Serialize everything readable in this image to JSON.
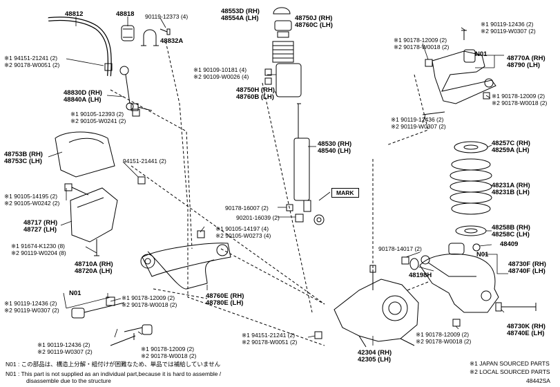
{
  "labels": {
    "p48812": "48812",
    "p48818": "48818",
    "p90119_12373": "90119-12373 (4)",
    "p48832A": "48832A",
    "p48553D": "48553D (RH)",
    "p48554A": "48554A (LH)",
    "p48750J": "48750J (RH)",
    "p48760C": "48760C (LH)",
    "p94151_a_1": "※1 94151-21241 (2)",
    "p94151_a_2": "※2 90178-W0051 (2)",
    "p90109_1": "※1 90109-10181 (4)",
    "p90109_2": "※2 90109-W0026 (4)",
    "p48750H": "48750H (RH)",
    "p48760B": "48760B (LH)",
    "p48830D": "48830D (RH)",
    "p48840A": "48840A (LH)",
    "p90105_12393_1": "※1 90105-12393 (2)",
    "p90105_12393_2": "※2 90105-W0241 (2)",
    "p48753B": "48753B (RH)",
    "p48753C": "48753C (LH)",
    "p94151_21441": "94151-21441 (2)",
    "p48530": "48530 (RH)",
    "p48540": "48540 (LH)",
    "mark": "MARK",
    "p90105_14195_1": "※1 90105-14195 (2)",
    "p90105_14195_2": "※2 90105-W0242 (2)",
    "p90178_16007": "90178-16007 (2)",
    "p90201_16039": "90201-16039 (2)",
    "p48717": "48717 (RH)",
    "p48727": "48727 (LH)",
    "p90105_14197_1": "※1 90105-14197 (4)",
    "p90105_14197_2": "※2 90105-W0273 (4)",
    "p91674_1": "※1 91674-K1230 (8)",
    "p91674_2": "※2 90119-W0204 (8)",
    "p48710A": "48710A (RH)",
    "p48720A": "48720A (LH)",
    "n01_left": "N01",
    "p90119_12436_l1": "※1 90119-12436 (2)",
    "p90119_12436_l2": "※2 90119-W0307 (2)",
    "p90178_12009_m1": "※1 90178-12009 (2)",
    "p90178_12009_m2": "※2 90178-W0018 (2)",
    "p48760E": "48760E (RH)",
    "p48780E": "48780E (LH)",
    "p90119_12436_b1": "※1 90119-12436 (2)",
    "p90119_12436_b2": "※2 90119-W0307 (2)",
    "p90178_12009_b1": "※1 90178-12009 (2)",
    "p90178_12009_b2": "※2 90178-W0018 (2)",
    "p94151_b_1": "※1 94151-21241 (2)",
    "p94151_b_2": "※2 90178-W0051 (2)",
    "p42304": "42304 (RH)",
    "p42305": "42305 (LH)",
    "p90178_12009_tr1": "※1 90178-12009 (2)",
    "p90178_12009_tr2": "※2 90178-W0018 (2)",
    "p90119_12436_tr1": "※1 90119-12436 (2)",
    "p90119_12436_tr2": "※2 90119-W0307 (2)",
    "n01_upper": "N01",
    "p48770A": "48770A (RH)",
    "p48790": "48790 (LH)",
    "p90178_12009_r1": "※1 90178-12009 (2)",
    "p90178_12009_r2": "※2 90178-W0018 (2)",
    "p90119_12436_r1": "※1 90119-12436 (2)",
    "p90119_12436_r2": "※2 90119-W0307 (2)",
    "p48257C": "48257C (RH)",
    "p48259A": "48259A (LH)",
    "p48231A": "48231A (RH)",
    "p48231B": "48231B (LH)",
    "p48258B": "48258B (RH)",
    "p48258C": "48258C (LH)",
    "p90178_14017": "90178-14017 (2)",
    "p48409": "48409",
    "p48198H": "48198H",
    "n01_lower": "N01",
    "p48730F": "48730F (RH)",
    "p48740F": "48740F (LH)",
    "p48730K": "48730K (RH)",
    "p48740E": "48740E (LH)",
    "p90178_12009_br1": "※1 90178-12009 (2)",
    "p90178_12009_br2": "※2 90178-W0018 (2)"
  },
  "footnotes": {
    "jp_note": "N01 : この部品は、構造上分解・組付けが困難なため、単品では補給していません",
    "en_note_1": "N01 : This part is not supplied as an individual part,because it is hard to assemble /",
    "en_note_2": "disassemble due to the structure",
    "src1": "※1 JAPAN SOURCED PARTS",
    "src2": "※2 LOCAL SOURCED PARTS",
    "diagram_id": "48442SA"
  }
}
